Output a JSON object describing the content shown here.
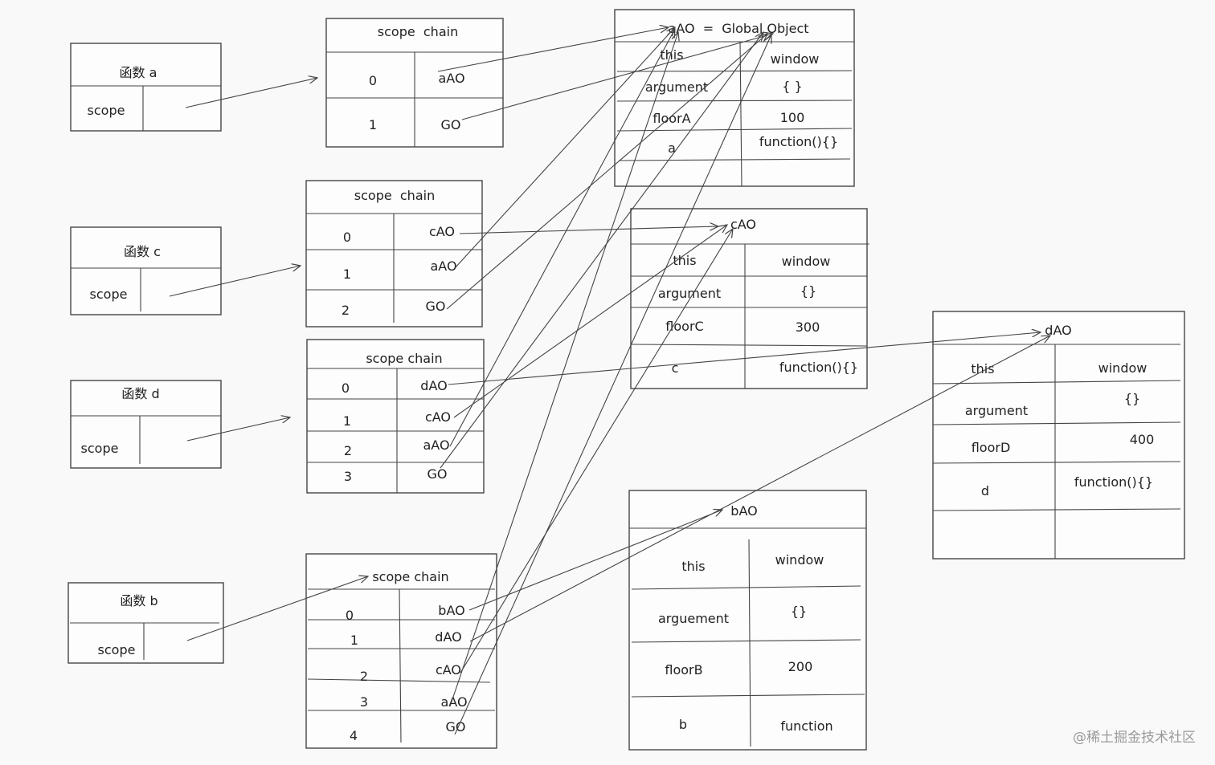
{
  "functions": {
    "a": {
      "title": "函数 a",
      "field": "scope"
    },
    "c": {
      "title": "函数 c",
      "field": "scope"
    },
    "d": {
      "title": "函数 d",
      "field": "scope"
    },
    "b": {
      "title": "函数 b",
      "field": "scope"
    }
  },
  "scope_chains": {
    "a": {
      "title": "scope  chain",
      "indices": [
        "0",
        "1"
      ],
      "entries": [
        "aAO",
        "GO"
      ]
    },
    "c": {
      "title": "scope  chain",
      "indices": [
        "0",
        "1",
        "2"
      ],
      "entries": [
        "cAO",
        "aAO",
        "GO"
      ]
    },
    "d": {
      "title": "scope chain",
      "indices": [
        "0",
        "1",
        "2",
        "3"
      ],
      "entries": [
        "dAO",
        "cAO",
        "aAO",
        "GO"
      ]
    },
    "b": {
      "title": "scope chain",
      "indices": [
        "0",
        "1",
        "2",
        "3",
        "4"
      ],
      "entries": [
        "bAO",
        "dAO",
        "cAO",
        "aAO",
        "GO"
      ]
    }
  },
  "activation_objects": {
    "aAO": {
      "title": "aAO  =  Global Object",
      "keys": [
        "this",
        "argument",
        "floorA",
        "a"
      ],
      "values": [
        "window",
        "{ }",
        "100",
        "function(){}"
      ]
    },
    "cAO": {
      "title": "cAO",
      "keys": [
        "this",
        "argument",
        "floorC",
        "c"
      ],
      "values": [
        "window",
        "{}",
        "300",
        "function(){}"
      ]
    },
    "dAO": {
      "title": "dAO",
      "keys": [
        "this",
        "argument",
        "floorD",
        "d"
      ],
      "values": [
        "window",
        "{}",
        "400",
        "function(){}"
      ]
    },
    "bAO": {
      "title": "bAO",
      "keys": [
        "this",
        "arguement",
        "floorB",
        "b"
      ],
      "values": [
        "window",
        "{}",
        "200",
        "function"
      ]
    }
  },
  "watermark": "@稀土掘金技术社区"
}
